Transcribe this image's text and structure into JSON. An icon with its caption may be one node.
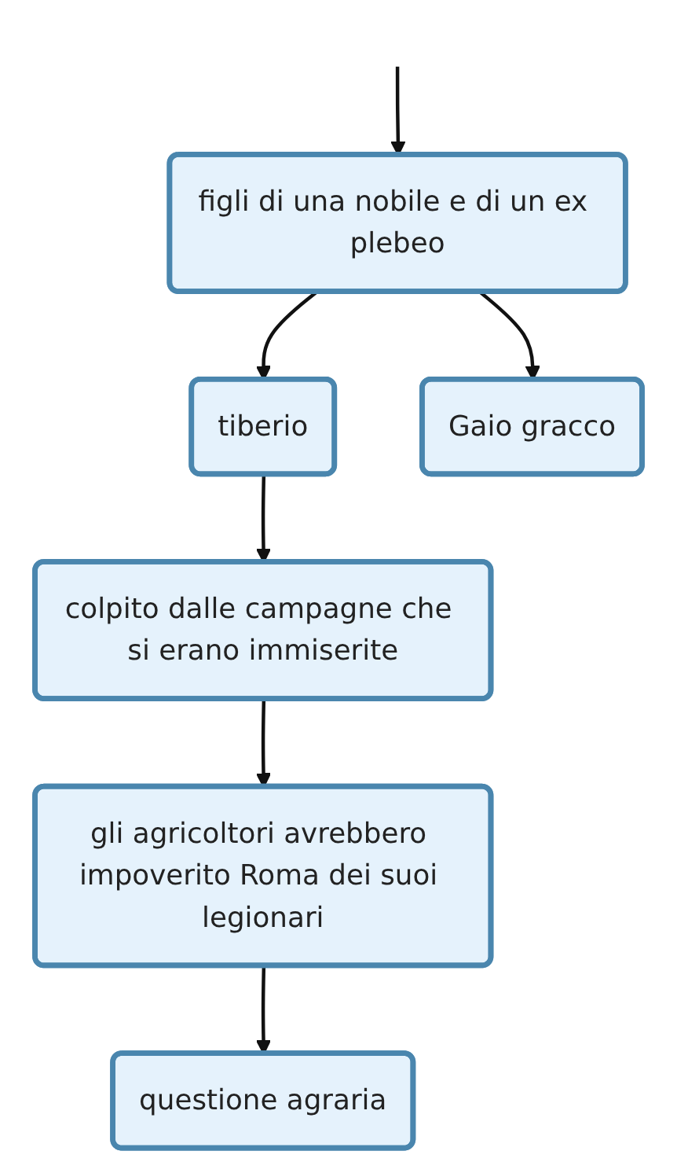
{
  "diagram": {
    "nodes": [
      {
        "text": [
          "figli di una nobile e di un ex plebeo"
        ]
      },
      {
        "text": [
          "tiberio"
        ]
      },
      {
        "text": [
          "Gaio gracco"
        ]
      },
      {
        "text": [
          "colpito dalle campagne che si erano immiserite"
        ]
      },
      {
        "text": [
          "gli agricoltori avrebbero impoverito Roma dei suoi legionari"
        ]
      },
      {
        "text": [
          "questione agraria"
        ]
      }
    ],
    "edges": [
      {
        "from": null,
        "to": 0,
        "arrow": "to"
      },
      {
        "from": 0,
        "to": 1,
        "arrow": "to"
      },
      {
        "from": 0,
        "to": 2,
        "arrow": "to"
      },
      {
        "from": 1,
        "to": 3,
        "arrow": "to"
      },
      {
        "from": 3,
        "to": 4,
        "arrow": "to"
      },
      {
        "from": 4,
        "to": 5,
        "arrow": "to"
      }
    ]
  }
}
